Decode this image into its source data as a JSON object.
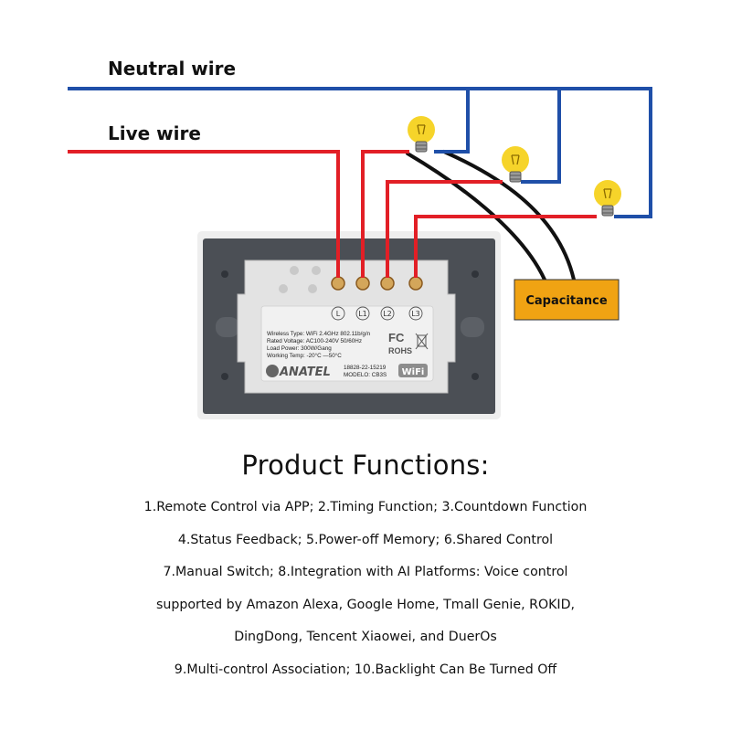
{
  "diagram": {
    "neutral_label": "Neutral wire",
    "live_label": "Live wire",
    "capacitance_label": "Capacitance",
    "terminals": [
      "L",
      "L1",
      "L2",
      "L3"
    ],
    "colors": {
      "neutral": "#1f4fa8",
      "live": "#e21f26",
      "bulb": "#f6d42a",
      "capacitance": "#f0a313",
      "panel": "#4b4f55",
      "module": "#e3e3e3"
    },
    "icons": [
      "bulb-icon",
      "fc-mark",
      "rohs-mark",
      "weee-bin-icon",
      "wifi-logo",
      "anatel-logo"
    ],
    "label_specs": [
      "Wireless Type: WiFi 2.4GHz 802.11b/g/n",
      "Rated Voltage: AC100-240V 50/60Hz",
      "Load Power: 300W/Gang",
      "Working Temp: -20°C —50°C"
    ],
    "cert_fc": "FC",
    "cert_rohs": "ROHS",
    "anatel_brand": "ANATEL",
    "anatel_code": "18828-22-15219",
    "model": "MODELO: CB3S",
    "wifi_logo": "WiFi"
  },
  "product_functions": {
    "title": "Product Functions:",
    "lines": [
      "1.Remote Control via APP;  2.Timing Function;  3.Countdown Function",
      "4.Status Feedback;  5.Power-off Memory;  6.Shared Control",
      "7.Manual Switch;  8.Integration with AI Platforms: Voice control",
      "supported by Amazon Alexa, Google Home,  Tmall Genie, ROKID,",
      "DingDong, Tencent Xiaowei, and DuerOs",
      "9.Multi-control Association;  10.Backlight Can Be Turned Off"
    ]
  }
}
